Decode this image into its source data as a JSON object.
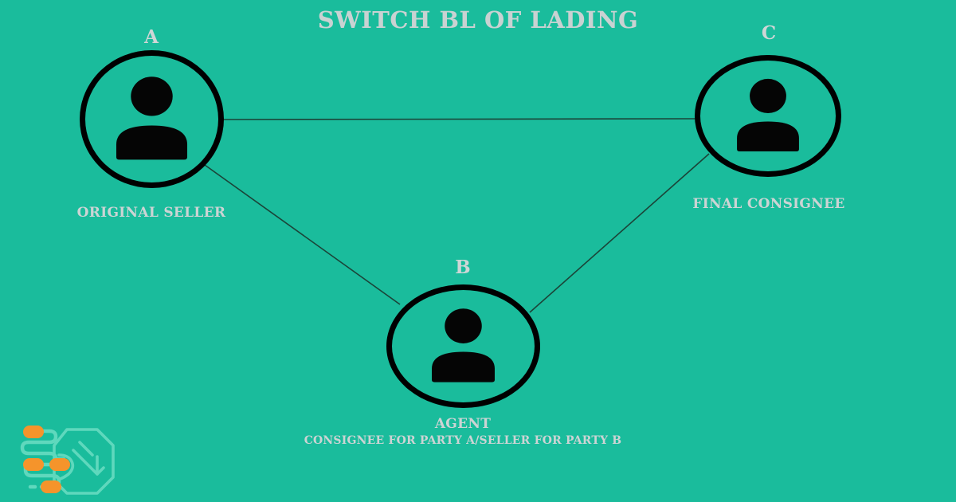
{
  "page": {
    "title": "SWITCH BL OF LADING",
    "background_color": "#1abc9c",
    "title_color": "#c9d2d2",
    "node_outline_color": "#000000",
    "edge_color": "#1b4438",
    "logo_line_color": "#5fd8bd",
    "logo_dot_color": "#f5942b"
  },
  "diagram": {
    "type": "triangle-relationship",
    "nodes": [
      {
        "id": "A",
        "letter": "A",
        "label": "ORIGINAL SELLER",
        "sublabel": "",
        "icon": "person-icon"
      },
      {
        "id": "B",
        "letter": "B",
        "label": "AGENT",
        "sublabel": "CONSIGNEE FOR PARTY A/SELLER FOR PARTY B",
        "icon": "person-icon"
      },
      {
        "id": "C",
        "letter": "C",
        "label": "FINAL CONSIGNEE",
        "sublabel": "",
        "icon": "person-icon"
      }
    ],
    "edges": [
      {
        "from": "A",
        "to": "C"
      },
      {
        "from": "A",
        "to": "B"
      },
      {
        "from": "B",
        "to": "C"
      }
    ]
  },
  "logo": {
    "name": "circuit-cube-logo",
    "dots": 4
  }
}
